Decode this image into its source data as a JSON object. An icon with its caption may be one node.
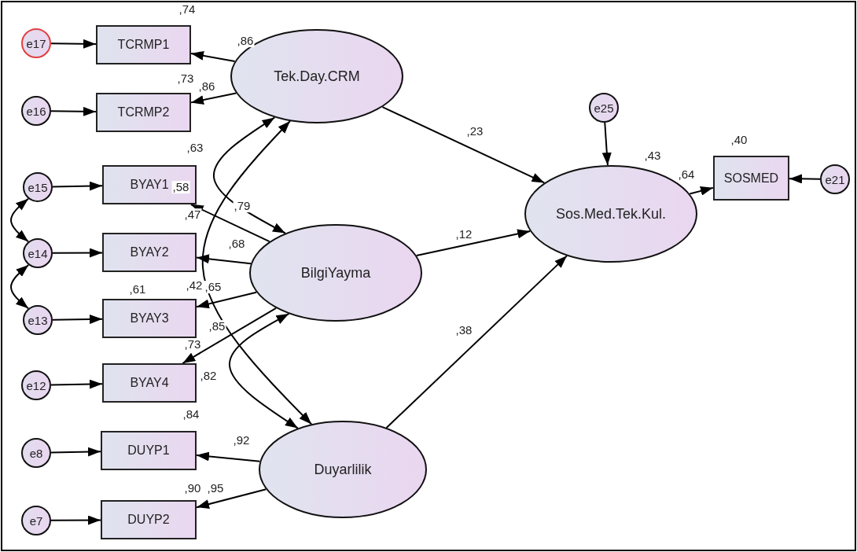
{
  "diagram": {
    "nodes": [
      {
        "text": [
          "e17"
        ]
      },
      {
        "text": [
          "TCRMP1"
        ]
      },
      {
        "text": [
          "e16"
        ]
      },
      {
        "text": [
          "TCRMP2"
        ]
      },
      {
        "text": [
          "e15"
        ]
      },
      {
        "text": [
          "BYAY1"
        ]
      },
      {
        "text": [
          "e14"
        ]
      },
      {
        "text": [
          "BYAY2"
        ]
      },
      {
        "text": [
          "e13"
        ]
      },
      {
        "text": [
          "BYAY3"
        ]
      },
      {
        "text": [
          "e12"
        ]
      },
      {
        "text": [
          "BYAY4"
        ]
      },
      {
        "text": [
          "e8"
        ]
      },
      {
        "text": [
          "DUYP1"
        ]
      },
      {
        "text": [
          "e7"
        ]
      },
      {
        "text": [
          "DUYP2"
        ]
      },
      {
        "text": [
          "Tek.Day.CRM"
        ]
      },
      {
        "text": [
          "BilgiYayma"
        ]
      },
      {
        "text": [
          "Duyarlilik"
        ]
      },
      {
        "text": [
          "e25"
        ]
      },
      {
        "text": [
          "Sos.Med.Tek.Kul."
        ]
      },
      {
        "text": [
          "SOSMED"
        ]
      },
      {
        "text": [
          "e21"
        ]
      }
    ],
    "edges": [
      {
        "from": 0,
        "to": 1,
        "arrow": "to"
      },
      {
        "from": 2,
        "to": 3,
        "arrow": "to"
      },
      {
        "from": 4,
        "to": 5,
        "arrow": "to"
      },
      {
        "from": 6,
        "to": 7,
        "arrow": "to"
      },
      {
        "from": 8,
        "to": 9,
        "arrow": "to"
      },
      {
        "from": 10,
        "to": 11,
        "arrow": "to"
      },
      {
        "from": 12,
        "to": 13,
        "arrow": "to"
      },
      {
        "from": 14,
        "to": 15,
        "arrow": "to"
      },
      {
        "from": 16,
        "to": 1,
        "arrow": "to"
      },
      {
        "from": 16,
        "to": 3,
        "arrow": "to"
      },
      {
        "from": 17,
        "to": 5,
        "arrow": "to"
      },
      {
        "from": 17,
        "to": 7,
        "arrow": "to"
      },
      {
        "from": 17,
        "to": 9,
        "arrow": "to"
      },
      {
        "from": 17,
        "to": 11,
        "arrow": "to"
      },
      {
        "from": 18,
        "to": 13,
        "arrow": "to"
      },
      {
        "from": 18,
        "to": 15,
        "arrow": "to"
      },
      {
        "from": 16,
        "to": 17,
        "arrow": "both"
      },
      {
        "from": 16,
        "to": 18,
        "arrow": "both"
      },
      {
        "from": 17,
        "to": 18,
        "arrow": "both"
      },
      {
        "from": 4,
        "to": 6,
        "arrow": "both"
      },
      {
        "from": 6,
        "to": 8,
        "arrow": "both"
      },
      {
        "from": 16,
        "to": 20,
        "arrow": "to",
        "label": ",23"
      },
      {
        "from": 17,
        "to": 20,
        "arrow": "to",
        "label": ",12"
      },
      {
        "from": 18,
        "to": 20,
        "arrow": "to",
        "label": ",38"
      },
      {
        "from": 19,
        "to": 20,
        "arrow": "to"
      },
      {
        "from": 20,
        "to": 21,
        "arrow": "to"
      },
      {
        "from": 22,
        "to": 21,
        "arrow": "to"
      }
    ],
    "labels": [
      ",74",
      ",86",
      ",73",
      ",86",
      ",63",
      ",40",
      ",43",
      ",64",
      ",58",
      ",79",
      ",47",
      ",68",
      ",61",
      ",42",
      ",65",
      ",85",
      ",73",
      ",82",
      ",84",
      ",92",
      ",90",
      ",95"
    ]
  }
}
